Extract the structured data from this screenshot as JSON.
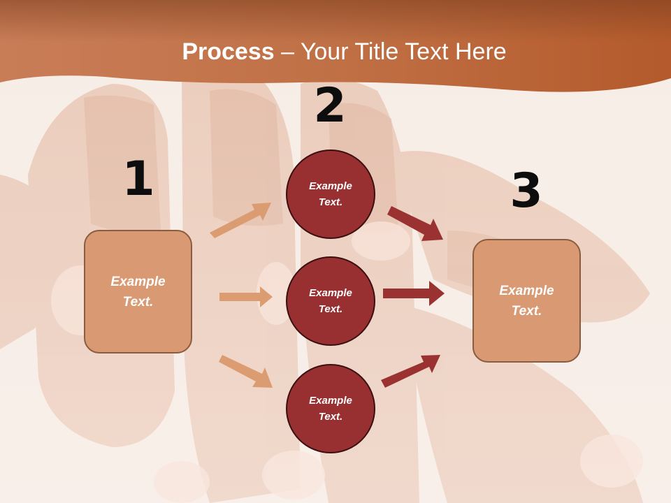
{
  "title": {
    "bold": "Process",
    "rest": " – Your Title Text Here"
  },
  "steps": [
    "1",
    "2",
    "3"
  ],
  "left_box": "Example Text.",
  "right_box": "Example Text.",
  "circles": [
    "Example Text.",
    "Example Text.",
    "Example Text."
  ],
  "colors": {
    "header": "#b8653a",
    "box_fill": "#d99a73",
    "circle_fill": "#982f31",
    "arrow_light": "#dc9c72",
    "arrow_dark": "#9a3232"
  }
}
